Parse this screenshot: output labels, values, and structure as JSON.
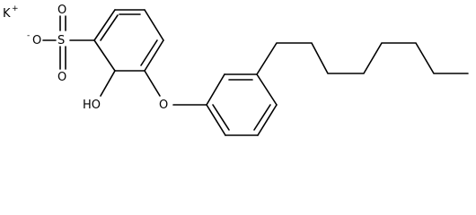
{
  "molecule": {
    "counter_ion": {
      "symbol": "K",
      "charge": "+"
    },
    "atoms": {
      "sulfur": "S",
      "oxygen_negative": {
        "symbol": "O",
        "charge": "-"
      },
      "oxygen_top": "O",
      "oxygen_bottom": "O",
      "hydroxyl": "HO",
      "ether_oxygen": "O"
    }
  }
}
